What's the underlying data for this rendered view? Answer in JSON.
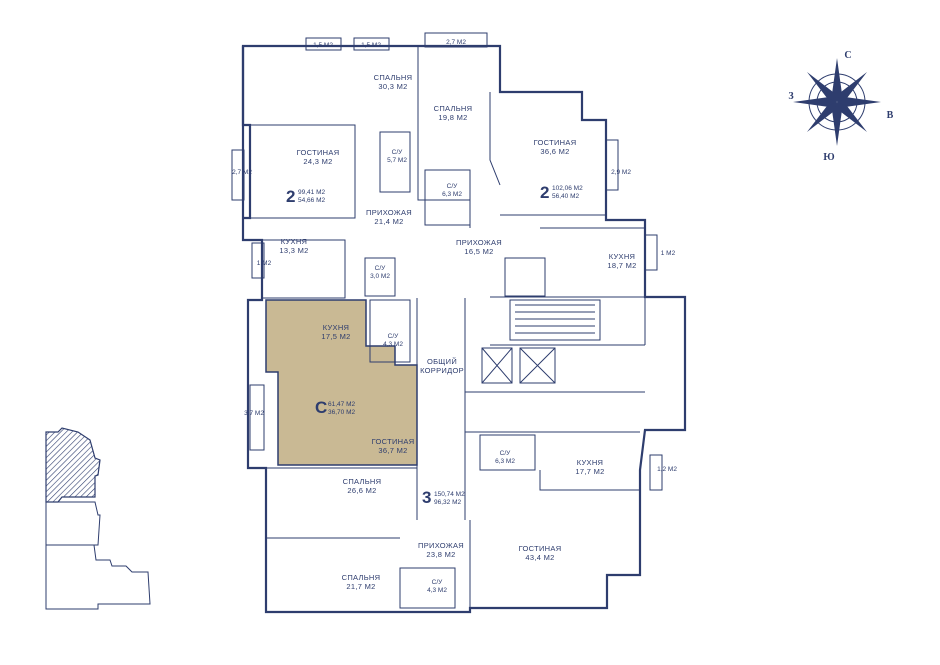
{
  "compass": {
    "north": "С",
    "south": "Ю",
    "east": "В",
    "west": "З"
  },
  "apartments": [
    {
      "number": "2",
      "total": "99,41 М2",
      "living": "54,66 М2"
    },
    {
      "number": "2",
      "total": "102,06 М2",
      "living": "56,40 М2"
    },
    {
      "number": "С",
      "total": "61,47 М2",
      "living": "36,70 М2"
    },
    {
      "number": "3",
      "total": "150,74 М2",
      "living": "96,32 М2"
    }
  ],
  "rooms": [
    {
      "name": "СПАЛЬНЯ",
      "area": "30,3 М2"
    },
    {
      "name": "СПАЛЬНЯ",
      "area": "19,8 М2"
    },
    {
      "name": "ГОСТИНАЯ",
      "area": "24,3 М2"
    },
    {
      "name": "С/У",
      "area": "5,7 М2"
    },
    {
      "name": "С/У",
      "area": "6,3 М2"
    },
    {
      "name": "ГОСТИНАЯ",
      "area": "36,6 М2"
    },
    {
      "name": "ПРИХОЖАЯ",
      "area": "21,4 М2"
    },
    {
      "name": "КУХНЯ",
      "area": "13,3 М2"
    },
    {
      "name": "С/У",
      "area": "3,0 М2"
    },
    {
      "name": "ПРИХОЖАЯ",
      "area": "16,5 М2"
    },
    {
      "name": "КУХНЯ",
      "area": "18,7 М2"
    },
    {
      "name": "КУХНЯ",
      "area": "17,5 М2"
    },
    {
      "name": "С/У",
      "area": "4,3 М2"
    },
    {
      "name": "ОБЩИЙ",
      "area": "КОРРИДОР"
    },
    {
      "name": "ГОСТИНАЯ",
      "area": "36,7 М2"
    },
    {
      "name": "С/У",
      "area": "6,3 М2"
    },
    {
      "name": "КУХНЯ",
      "area": "17,7 М2"
    },
    {
      "name": "СПАЛЬНЯ",
      "area": "26,6 М2"
    },
    {
      "name": "ПРИХОЖАЯ",
      "area": "23,8 М2"
    },
    {
      "name": "ГОСТИНАЯ",
      "area": "43,4 М2"
    },
    {
      "name": "СПАЛЬНЯ",
      "area": "21,7 М2"
    },
    {
      "name": "С/У",
      "area": "4,3 М2"
    }
  ],
  "balconies": [
    "1,5 М2",
    "1,5 М2",
    "2,7 М2",
    "2,7 М2",
    "2,9 М2",
    "1 М2",
    "1 М2",
    "3,7 М2",
    "1,2 М2"
  ],
  "colors": {
    "line": "#2e3d6e",
    "highlight": "#c9b994",
    "background": "#ffffff"
  }
}
